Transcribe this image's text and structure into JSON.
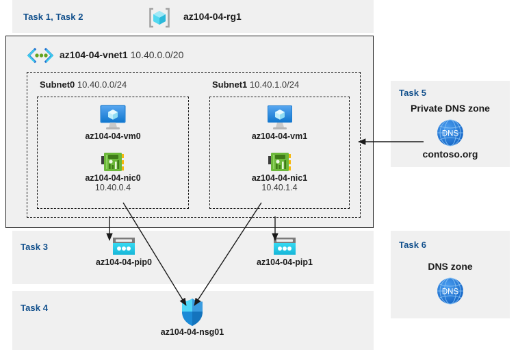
{
  "resource_group": {
    "task_label": "Task 1, Task 2",
    "name": "az104-04-rg1",
    "icon": "resource-group-cube-icon"
  },
  "vnet": {
    "name": "az104-04-vnet1",
    "cidr": "10.40.0.0/20",
    "icon": "virtual-network-icon"
  },
  "subnets": [
    {
      "name": "Subnet0",
      "cidr": "10.40.0.0/24",
      "vm": {
        "name": "az104-04-vm0",
        "icon": "virtual-machine-icon"
      },
      "nic": {
        "name": "az104-04-nic0",
        "ip": "10.40.0.4",
        "icon": "network-interface-icon"
      }
    },
    {
      "name": "Subnet1",
      "cidr": "10.40.1.0/24",
      "vm": {
        "name": "az104-04-vm1",
        "icon": "virtual-machine-icon"
      },
      "nic": {
        "name": "az104-04-nic1",
        "ip": "10.40.1.4",
        "icon": "network-interface-icon"
      }
    }
  ],
  "public_ips": {
    "task_label": "Task 3",
    "items": [
      {
        "name": "az104-04-pip0",
        "icon": "public-ip-address-icon"
      },
      {
        "name": "az104-04-pip1",
        "icon": "public-ip-address-icon"
      }
    ]
  },
  "nsg": {
    "task_label": "Task 4",
    "name": "az104-04-nsg01",
    "icon": "network-security-group-shield-icon"
  },
  "private_dns": {
    "task_label": "Task 5",
    "title": "Private DNS zone",
    "name": "contoso.org",
    "icon": "dns-globe-icon",
    "icon_text": "DNS"
  },
  "dns_zone": {
    "task_label": "Task 6",
    "title": "DNS zone",
    "icon": "dns-globe-icon",
    "icon_text": "DNS"
  },
  "colors": {
    "task_label": "#12508c",
    "panel_bg": "#f0f0f0",
    "page_bg": "#ffffff",
    "outline": "#1a1a1a",
    "azure_blue": "#0078d4",
    "cyan": "#2fd0f0",
    "nic_green": "#6bb536",
    "dns_blue": "#1f74d0"
  }
}
